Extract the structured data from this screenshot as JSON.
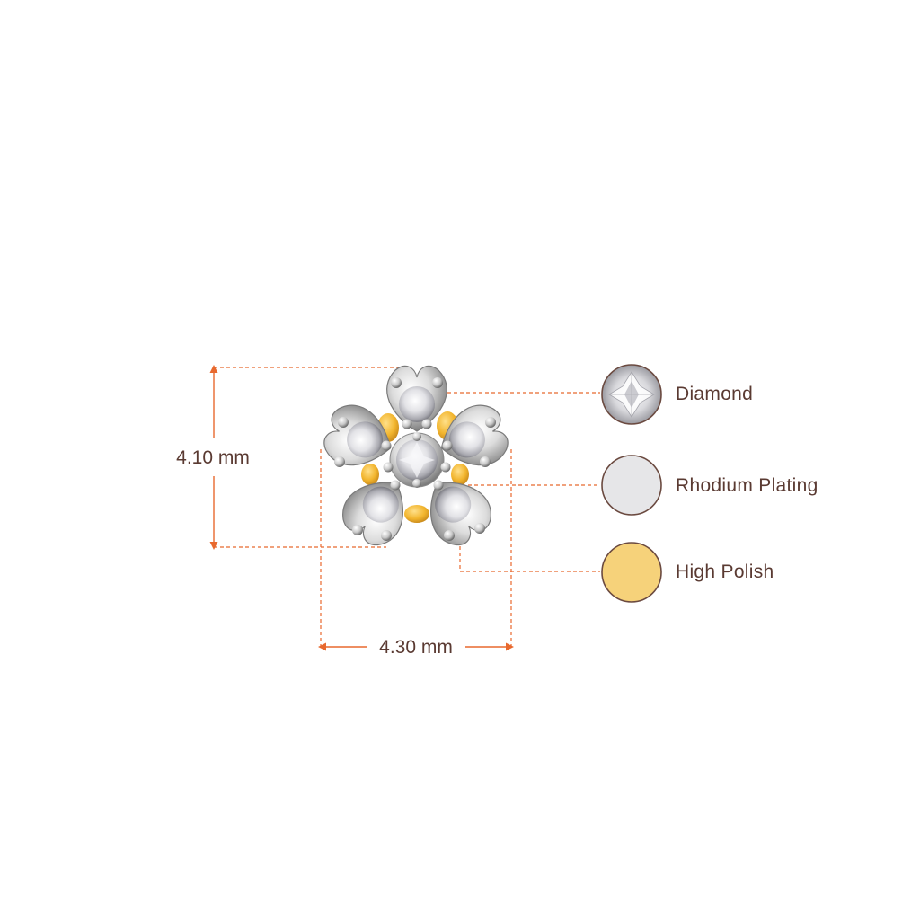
{
  "dimensions": {
    "height_label": "4.10 mm",
    "width_label": "4.30 mm"
  },
  "legend": [
    {
      "label": "Diamond",
      "swatch": "diamond",
      "fill": "#e4e4e6",
      "border": "#6b4a40"
    },
    {
      "label": "Rhodium Plating",
      "swatch": "solid",
      "fill": "#e6e6e8",
      "border": "#6b4a40"
    },
    {
      "label": "High Polish",
      "swatch": "solid",
      "fill": "#f6d27a",
      "border": "#6b4a40"
    }
  ],
  "colors": {
    "dimension_line": "#e8692e",
    "text": "#5a3a32",
    "metal_white": "#d9d9d9",
    "metal_gold": "#f2b52e"
  }
}
